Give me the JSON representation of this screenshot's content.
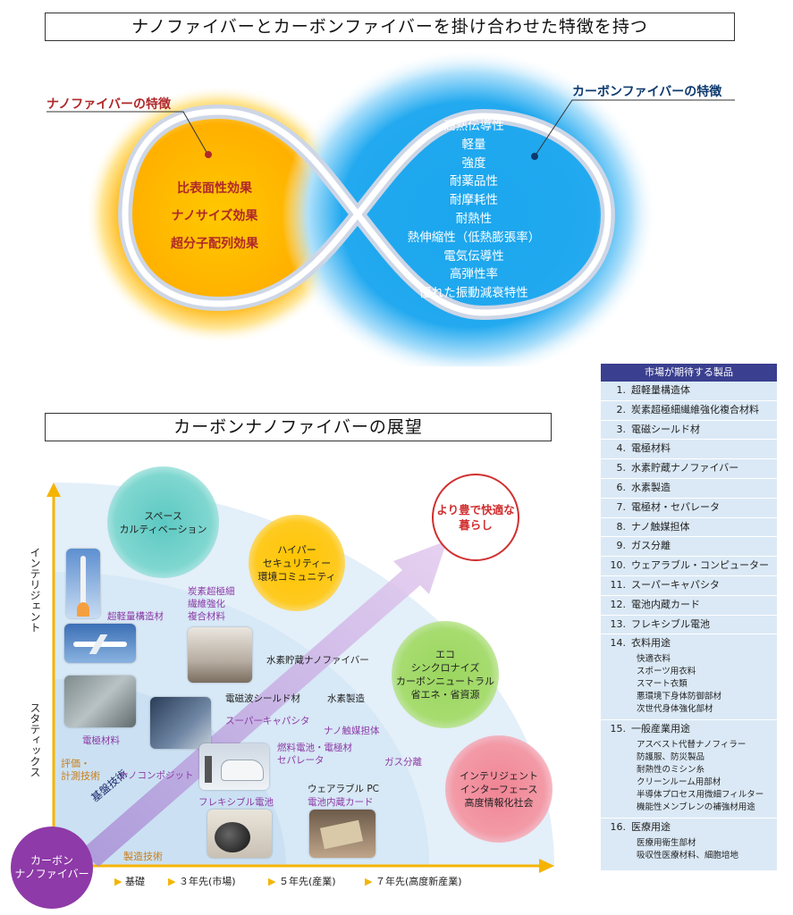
{
  "top": {
    "title": "ナノファイバーとカーボンファイバーを掛け合わせた特徴を持つ",
    "nano_heading": "ナノファイバーの特徴",
    "carbon_heading": "カーボンファイバーの特徴",
    "nano_features": [
      "比表面性効果",
      "ナノサイズ効果",
      "超分子配列効果"
    ],
    "carbon_features": [
      "高熱伝導性",
      "軽量",
      "強度",
      "耐薬品性",
      "耐摩耗性",
      "耐熱性",
      "熱伸縮性（低熱膨張率）",
      "電気伝導性",
      "高弾性率",
      "優れた振動減衰特性"
    ]
  },
  "roadmap": {
    "title": "カーボンナノファイバーの展望",
    "y_axis": {
      "upper": "インテリジェント",
      "lower": "スタティックス"
    },
    "x_axis": [
      "基礎",
      "３年先(市場)",
      "５年先(産業)",
      "７年先(高度新産業)"
    ],
    "origin": "カーボン\nナノファイバー",
    "arrow_label": "基盤技術",
    "goal": "より豊で快適な\n暮らし",
    "circles": {
      "space": "スペース\nカルティベーション",
      "hyper": "ハイパー\nセキュリティー\n環境コミュニティ",
      "eco": "エコ\nシンクロナイズ\nカーボンニュートラル\n省エネ・省資源",
      "intel": "インテリジェント\nインターフェース\n高度情報化社会"
    },
    "labels": {
      "ultralight": "超軽量構造材",
      "composite": "炭素超極細\n繊維強化\n複合材料",
      "hydrogen_nf": "水素貯蔵ナノファイバー",
      "emshield": "電磁波シールド材",
      "h2prod": "水素製造",
      "supercap": "スーパーキャパシタ",
      "catalyst": "ナノ触媒担体",
      "electrode": "電極材料",
      "fuelcell": "燃料電池・電極材\nセパレータ",
      "gas": "ガス分離",
      "eval": "評価・\n計測技術",
      "nanocomp": "ナノコンポジット",
      "wearable": "ウェアラブル PC",
      "ccard": "電池内蔵カード",
      "flexbat": "フレキシブル電池",
      "manufacturing": "製造技術"
    }
  },
  "market": {
    "header": "市場が期待する製品",
    "items": [
      {
        "n": "1.",
        "t": "超軽量構造体"
      },
      {
        "n": "2.",
        "t": "炭素超極細繊維強化複合材料"
      },
      {
        "n": "3.",
        "t": "電磁シールド材"
      },
      {
        "n": "4.",
        "t": "電極材料"
      },
      {
        "n": "5.",
        "t": "水素貯蔵ナノファイバー"
      },
      {
        "n": "6.",
        "t": "水素製造"
      },
      {
        "n": "7.",
        "t": "電極材・セパレータ"
      },
      {
        "n": "8.",
        "t": "ナノ触媒担体"
      },
      {
        "n": "9.",
        "t": "ガス分離"
      },
      {
        "n": "10.",
        "t": "ウェアラブル・コンピューター"
      },
      {
        "n": "11.",
        "t": "スーパーキャパシタ"
      },
      {
        "n": "12.",
        "t": "電池内蔵カード"
      },
      {
        "n": "13.",
        "t": "フレキシブル電池"
      }
    ],
    "groups": [
      {
        "n": "14.",
        "t": "衣料用途",
        "subs": [
          "快適衣料",
          "スポーツ用衣料",
          "スマート衣類",
          "悪環境下身体防御部材",
          "次世代身体強化部材"
        ]
      },
      {
        "n": "15.",
        "t": "一般産業用途",
        "subs": [
          "アスベスト代替ナノフィラー",
          "防護服、防災製品",
          "耐熱性のミシン糸",
          "クリーンルーム用部材",
          "半導体プロセス用微細フィルター",
          "機能性メンブレンの補強材用途"
        ]
      },
      {
        "n": "16.",
        "t": "医療用途",
        "subs": [
          "医療用衛生部材",
          "吸収性医療材料、細胞培地"
        ]
      }
    ]
  }
}
